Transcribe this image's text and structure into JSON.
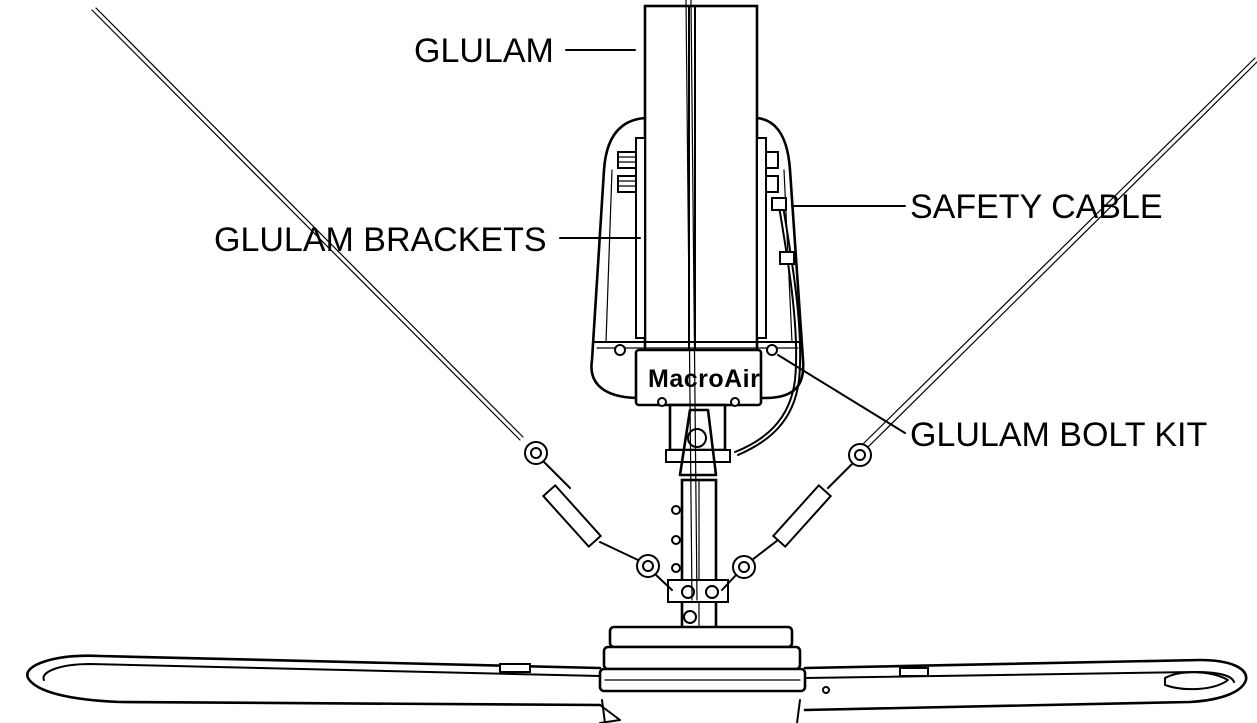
{
  "callouts": {
    "glulam": "GLULAM",
    "glulam_brackets": "GLULAM BRACKETS",
    "safety_cable": "SAFETY CABLE",
    "glulam_bolt_kit": "GLULAM BOLT KIT"
  },
  "logo": {
    "text": "MacroAir"
  }
}
